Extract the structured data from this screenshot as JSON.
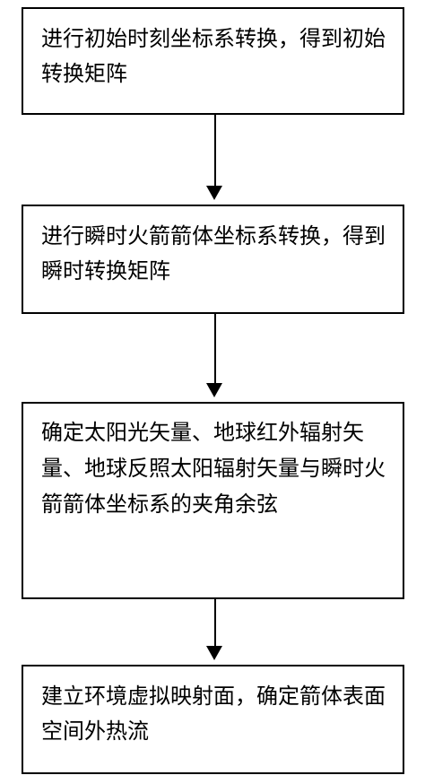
{
  "steps": [
    {
      "text": "进行初始时刻坐标系转换，得到初始转换矩阵"
    },
    {
      "text": "进行瞬时火箭箭体坐标系转换，得到瞬时转换矩阵"
    },
    {
      "text": "确定太阳光矢量、地球红外辐射矢量、地球反照太阳辐射矢量与瞬时火箭箭体坐标系的夹角余弦"
    },
    {
      "text": "建立环境虚拟映射面，确定箭体表面空间外热流"
    }
  ],
  "colors": {
    "line": "#000000",
    "background": "#ffffff"
  }
}
